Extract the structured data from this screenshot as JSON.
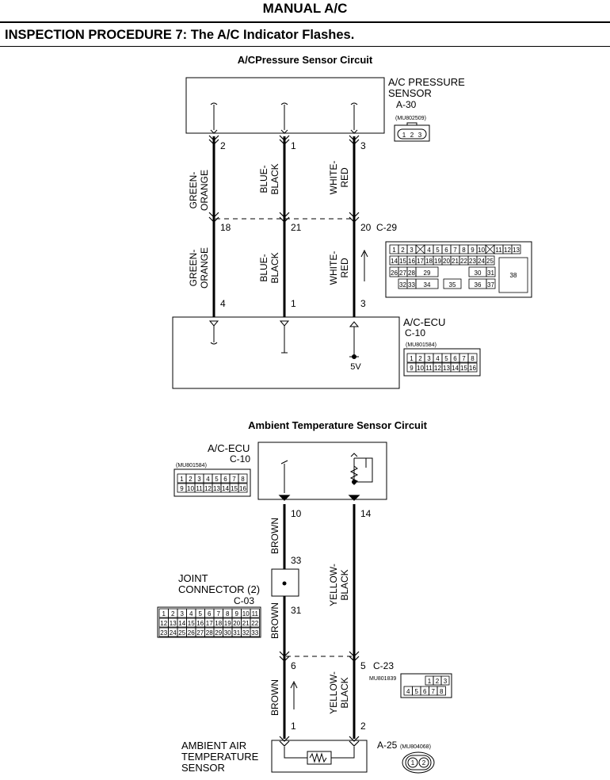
{
  "header": {
    "section": "MANUAL A/C",
    "procedure": "INSPECTION PROCEDURE 7: The A/C Indicator Flashes."
  },
  "circuit1": {
    "title": "A/CPressure Sensor Circuit",
    "sensor": {
      "line1": "A/C PRESSURE",
      "line2": "SENSOR",
      "id": "A-30",
      "part": "(MU802509)",
      "pins": [
        "1",
        "2",
        "3"
      ]
    },
    "wires": [
      {
        "pin_top": "2",
        "pin_mid": "18",
        "pin_bot": "4",
        "color1a": "GREEN-",
        "color1b": "ORANGE",
        "color2a": "GREEN-",
        "color2b": "ORANGE"
      },
      {
        "pin_top": "1",
        "pin_mid": "21",
        "pin_bot": "1",
        "color1a": "BLUE-",
        "color1b": "BLACK",
        "color2a": "BLUE-",
        "color2b": "BLACK"
      },
      {
        "pin_top": "3",
        "pin_mid": "20",
        "pin_bot": "3",
        "color1a": "WHITE-",
        "color1b": "RED",
        "color2a": "WHITE-",
        "color2b": "RED"
      }
    ],
    "connector_c29": {
      "id": "C-29",
      "row1": [
        "1",
        "2",
        "3",
        "",
        "4",
        "5",
        "6",
        "7",
        "8",
        "9",
        "10",
        "",
        "11",
        "12",
        "13"
      ],
      "row2": [
        "14",
        "15",
        "16",
        "17",
        "18",
        "19",
        "20",
        "21",
        "22",
        "23",
        "24",
        "25"
      ],
      "row3": [
        "26",
        "27",
        "28",
        "29",
        "30",
        "31"
      ],
      "row4": [
        "32",
        "33",
        "34",
        "35",
        "36",
        "37"
      ],
      "big": "38"
    },
    "ecu": {
      "name": "A/C-ECU",
      "id": "C-10",
      "part": "(MU801584)",
      "voltage": "5V",
      "row1": [
        "1",
        "2",
        "3",
        "4",
        "5",
        "6",
        "7",
        "8"
      ],
      "row2": [
        "9",
        "10",
        "11",
        "12",
        "13",
        "14",
        "15",
        "16"
      ]
    }
  },
  "circuit2": {
    "title": "Ambient Temperature Sensor Circuit",
    "ecu": {
      "name": "A/C-ECU",
      "id": "C-10",
      "part": "(MU801584)",
      "row1": [
        "1",
        "2",
        "3",
        "4",
        "5",
        "6",
        "7",
        "8"
      ],
      "row2": [
        "9",
        "10",
        "11",
        "12",
        "13",
        "14",
        "15",
        "16"
      ]
    },
    "pins": {
      "ecu_left": "10",
      "ecu_right": "14",
      "jc_top": "33",
      "jc_bot": "31",
      "c23_left": "6",
      "c23_right": "5",
      "sensor_left": "1",
      "sensor_right": "2"
    },
    "wire_labels": {
      "brown": "BROWN",
      "yellow_a": "YELLOW-",
      "yellow_b": "BLACK"
    },
    "joint": {
      "line1": "JOINT",
      "line2": "CONNECTOR (2)",
      "id": "C-03",
      "row1": [
        "1",
        "2",
        "3",
        "4",
        "5",
        "6",
        "7",
        "8",
        "9",
        "10",
        "11"
      ],
      "row2": [
        "12",
        "13",
        "14",
        "15",
        "16",
        "17",
        "18",
        "19",
        "20",
        "21",
        "22"
      ],
      "row3": [
        "23",
        "24",
        "25",
        "26",
        "27",
        "28",
        "29",
        "30",
        "31",
        "32",
        "33"
      ]
    },
    "c23": {
      "id": "C-23",
      "part": "MU801839",
      "row1": [
        "1",
        "2",
        "3"
      ],
      "row2": [
        "4",
        "5",
        "6",
        "7",
        "8"
      ]
    },
    "sensor": {
      "line1": "AMBIENT AIR",
      "line2": "TEMPERATURE",
      "line3": "SENSOR",
      "id": "A-25",
      "part": "(MU804068)",
      "pins": [
        "1",
        "2"
      ]
    }
  }
}
